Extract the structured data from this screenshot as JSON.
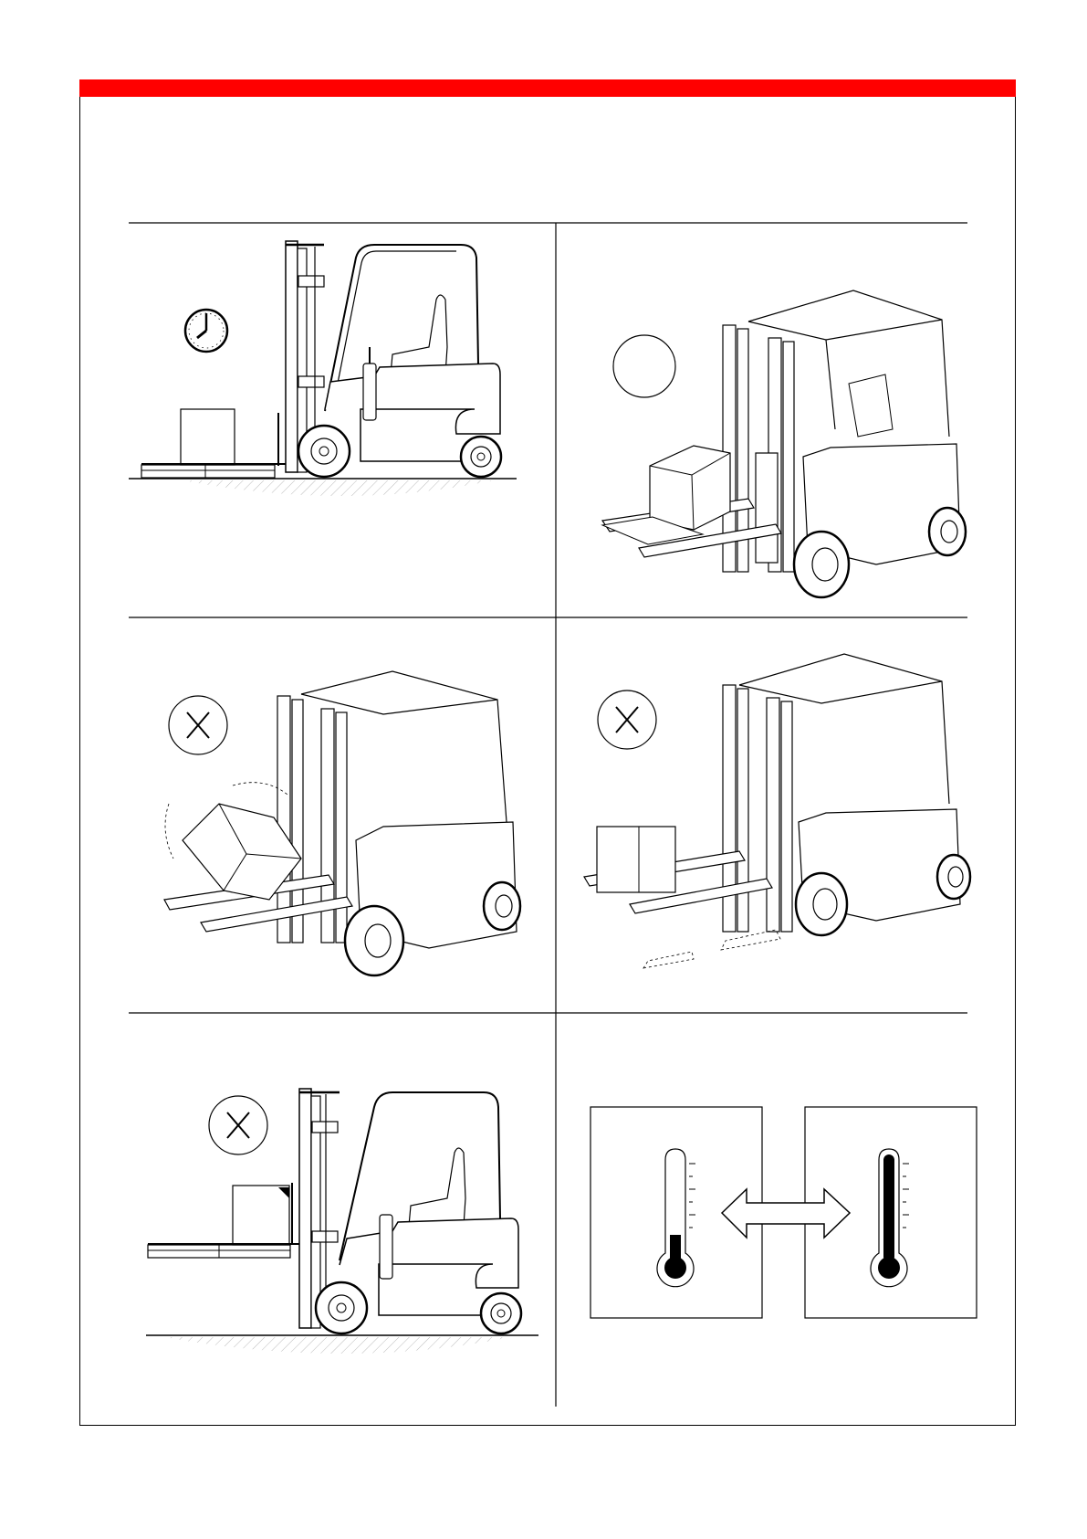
{
  "page": {
    "header_bar_color": "#ff0000",
    "line_color": "#000000",
    "panels": [
      {
        "name": "panel-clock",
        "icon": "clock-icon",
        "symbol": "clock"
      },
      {
        "name": "panel-circle",
        "icon": "empty-circle-icon",
        "symbol": "circle"
      },
      {
        "name": "panel-tilted-load",
        "icon": "prohibited-x-icon",
        "symbol": "x"
      },
      {
        "name": "panel-off-center-load",
        "icon": "prohibited-x-icon",
        "symbol": "x"
      },
      {
        "name": "panel-raised-load",
        "icon": "prohibited-x-icon",
        "symbol": "x"
      },
      {
        "name": "panel-temperature",
        "icon": "thermometer-icon",
        "symbol": "thermometers"
      }
    ]
  }
}
